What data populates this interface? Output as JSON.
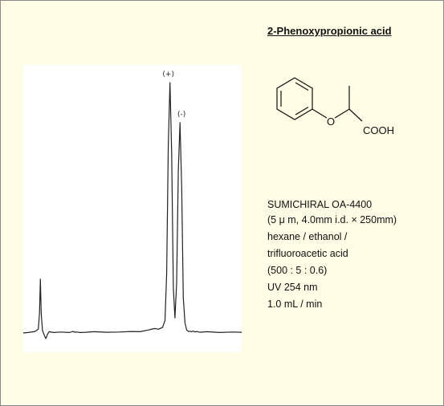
{
  "title": "2-Phenoxypropionic acid",
  "structure": {
    "oxygen_label": "O",
    "acid_label": "COOH"
  },
  "conditions": {
    "column": "SUMICHIRAL OA-4400",
    "column_spec": "(5 μ m, 4.0mm i.d. × 250mm)",
    "mobile_phase_1": "hexane / ethanol /",
    "mobile_phase_2": "trifluoroacetic acid",
    "ratio": "(500 : 5 : 0.6)",
    "detection": "UV 254 nm",
    "flow_rate": "1.0 mL / min"
  },
  "chart_data": {
    "type": "line",
    "title": "",
    "xlabel": "",
    "ylabel": "",
    "axes_visible": false,
    "grid": false,
    "peak_labels": [
      "(+)",
      "(-)"
    ],
    "series": [
      {
        "values_described": "chromatogram trace",
        "x": [
          0,
          8,
          14,
          18,
          19.5,
          20.5,
          21.5,
          23,
          26,
          27,
          28,
          29,
          31,
          36,
          45,
          55,
          60,
          62,
          64,
          68,
          75,
          85,
          100,
          115,
          130,
          140,
          150,
          155,
          158,
          162,
          167,
          170,
          172,
          174,
          176,
          178,
          180,
          182,
          184,
          186,
          188,
          190,
          192,
          194,
          196,
          198,
          200,
          202,
          204,
          206,
          208,
          212,
          220,
          235,
          250,
          262
        ],
        "y": [
          0,
          0.3,
          0.6,
          1.5,
          8,
          21.5,
          8,
          1,
          -1.5,
          -2.2,
          -1.5,
          -0.5,
          0.5,
          0.2,
          0.4,
          0.2,
          0.6,
          0.3,
          0.4,
          0.2,
          0.3,
          0.5,
          0.3,
          0.4,
          0.6,
          0.5,
          1.2,
          1.6,
          1.8,
          1.5,
          2.2,
          5,
          24,
          75,
          100,
          72,
          18,
          6,
          20,
          65,
          84,
          58,
          14,
          4,
          1.2,
          0.6,
          0.7,
          0.5,
          0.8,
          0.4,
          0.6,
          0.3,
          0.5,
          0.2,
          0.4,
          0.3
        ]
      }
    ],
    "peak_positions": [
      176,
      188
    ]
  }
}
